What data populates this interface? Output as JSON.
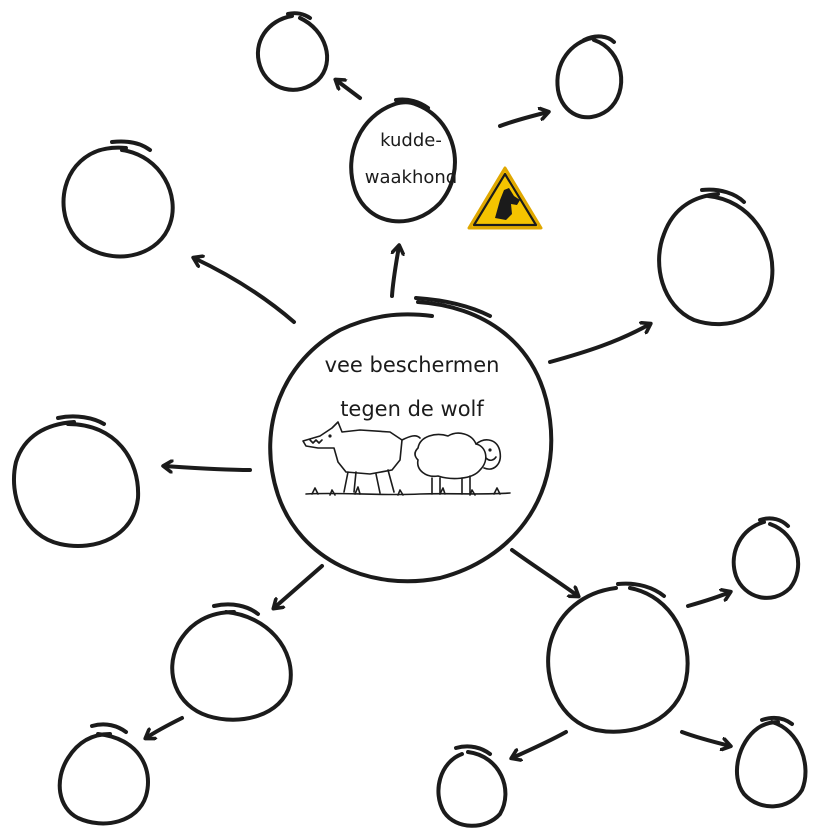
{
  "central": {
    "line1": "vee beschermen",
    "line2": "tegen de wolf"
  },
  "top_node": {
    "line1": "kudde-",
    "line2": "waakhond"
  },
  "colors": {
    "ink": "#1b1b1b",
    "warning_fill": "#f5c400",
    "warning_border": "#e0a800"
  },
  "icons": [
    "warning-dog-icon",
    "wolf-and-sheep-illustration"
  ]
}
